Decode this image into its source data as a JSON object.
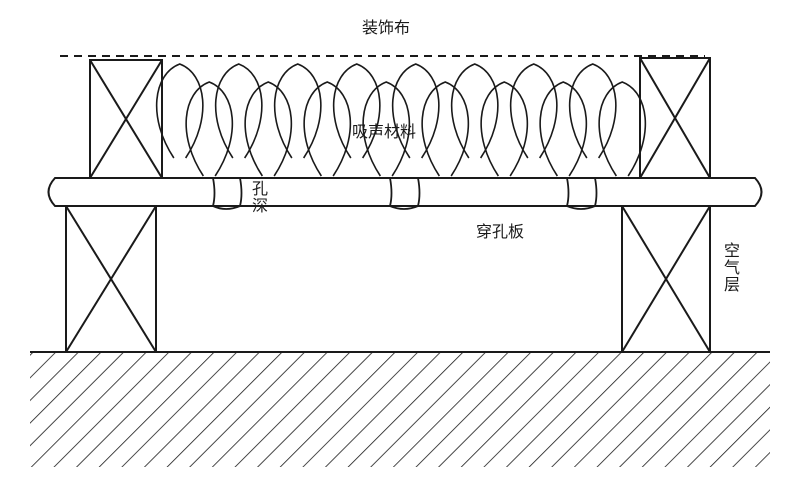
{
  "labels": {
    "fabric": "装饰布",
    "absorber": "吸声材料",
    "hole_depth": "孔深",
    "perforated_board": "穿孔板",
    "air_layer": "空气层"
  },
  "colors": {
    "line": "#1a1a1a",
    "background": "#ffffff"
  }
}
